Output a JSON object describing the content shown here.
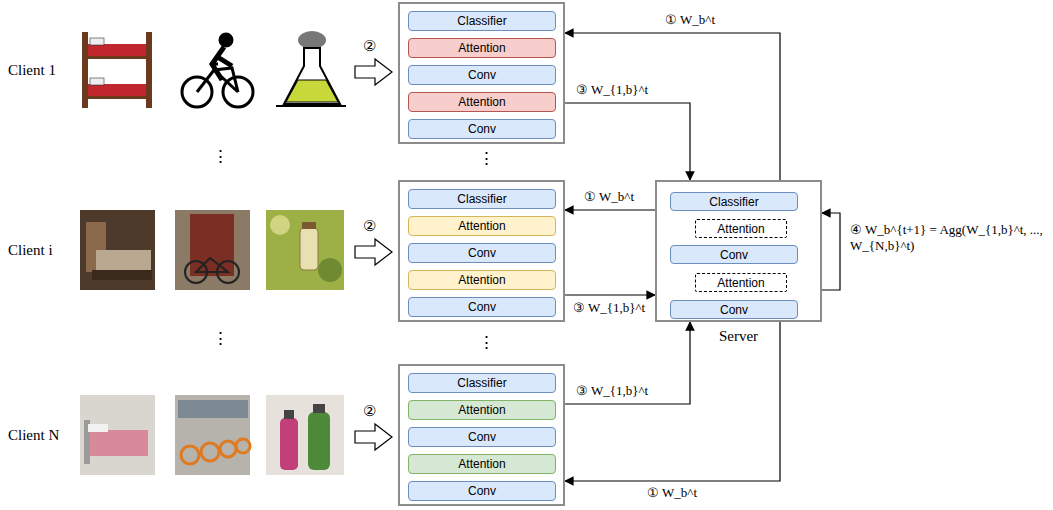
{
  "diagram": {
    "nodes": [
      {
        "text": []
      },
      {
        "text": [
          "Classifier"
        ],
        "in": 0
      },
      {
        "text": [
          "Attention"
        ],
        "in": 0
      },
      {
        "text": [
          "Conv"
        ],
        "in": 0
      },
      {
        "text": [
          "Attention"
        ],
        "in": 0
      },
      {
        "text": [
          "Conv"
        ],
        "in": 0
      },
      {
        "text": []
      },
      {
        "text": [
          "Classifier"
        ],
        "in": 6
      },
      {
        "text": [
          "Attention"
        ],
        "in": 6
      },
      {
        "text": [
          "Conv"
        ],
        "in": 6
      },
      {
        "text": [
          "Attention"
        ],
        "in": 6
      },
      {
        "text": [
          "Conv"
        ],
        "in": 6
      },
      {
        "text": [
          "Server"
        ]
      },
      {
        "text": [
          "Classifier"
        ],
        "in": 12
      },
      {
        "text": [
          "Attention"
        ],
        "in": 12
      },
      {
        "text": [
          "Conv"
        ],
        "in": 12
      },
      {
        "text": [
          "Attention"
        ],
        "in": 12
      },
      {
        "text": [
          "Conv"
        ],
        "in": 12
      },
      {
        "text": []
      },
      {
        "text": [
          "Classifier"
        ],
        "in": 18
      },
      {
        "text": [
          "Attention"
        ],
        "in": 18
      },
      {
        "text": [
          "Conv"
        ],
        "in": 18
      },
      {
        "text": [
          "Attention"
        ],
        "in": 18
      },
      {
        "text": [
          "Conv"
        ],
        "in": 18
      }
    ],
    "edges": [
      {
        "from": 12,
        "to": 0,
        "label": "① W_b^t",
        "arrow": "to"
      },
      {
        "from": 0,
        "to": 12,
        "label": "③ W_{1,b}^t",
        "arrow": "to"
      },
      {
        "from": 12,
        "to": 6,
        "label": "① W_b^t",
        "arrow": "to"
      },
      {
        "from": 6,
        "to": 12,
        "label": "③ W_{1,b}^t",
        "arrow": "to"
      },
      {
        "from": 18,
        "to": 12,
        "label": "③ W_{1,b}^t",
        "arrow": "to"
      },
      {
        "from": 12,
        "to": 18,
        "label": "① W_b^t",
        "arrow": "to"
      },
      {
        "from": 12,
        "to": 12,
        "label": "④ W_b^{t+1} = Agg(W_{1,b}^t, ..., W_{N,b}^t)",
        "arrow": "to"
      }
    ],
    "labels": [
      "Client 1",
      "②",
      "⋮",
      "⋮",
      "Client i",
      "②",
      "⋮",
      "⋮",
      "Client N",
      "②"
    ]
  }
}
